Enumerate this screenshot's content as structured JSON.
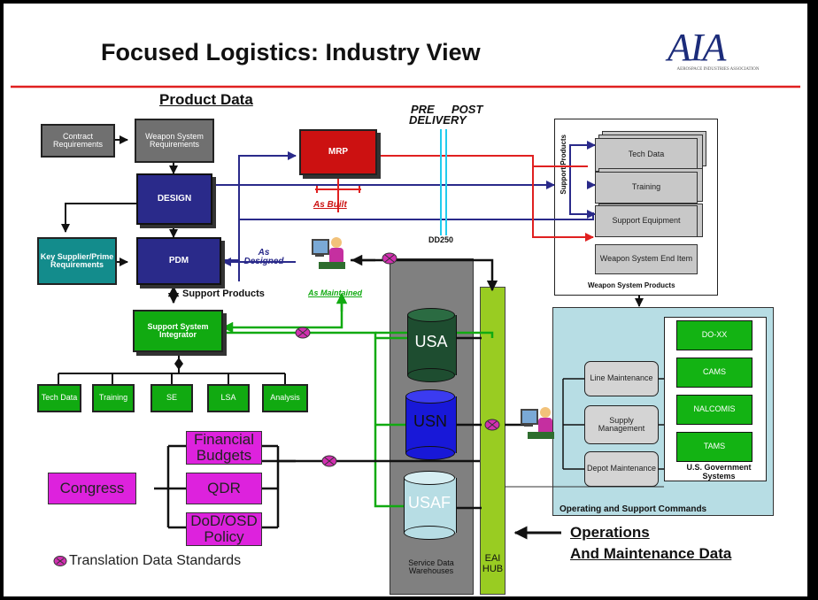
{
  "title": "Focused Logistics: Industry View",
  "logo": {
    "text": "AIA",
    "subtext": "AEROSPACE INDUSTRIES ASSOCIATION"
  },
  "product_data_label": "Product Data",
  "pre_label": "PRE",
  "post_label": "POST",
  "delivery_label": "DELIVERY",
  "dd250_label": "DD250",
  "contract_requirements": "Contract Requirements",
  "weapon_system_requirements": "Weapon System Requirements",
  "design": "DESIGN",
  "pdm": "PDM",
  "key_supplier": "Key Supplier/Prime Requirements",
  "mrp": "MRP",
  "as_built": "As Built",
  "as_designed": "As Designed",
  "as_maintained": "As Maintained",
  "support_products_label": "Support Products",
  "ssi": "Support System Integrator",
  "ssi_outputs": [
    "Tech Data",
    "Training",
    "SE",
    "LSA",
    "Analysis"
  ],
  "support_products_vertical": "Support Products",
  "weapon_products": [
    "Tech Data",
    "Training",
    "Support Equipment",
    "Weapon System End Item"
  ],
  "weapon_products_caption": "Weapon System Products",
  "warehouses": [
    "USA",
    "USN",
    "USAF"
  ],
  "warehouse_caption": "Service Data Warehouses",
  "eai_hub": "EAI HUB",
  "budget_items": [
    "Financial Budgets",
    "QDR",
    "DoD/OSD Policy"
  ],
  "congress": "Congress",
  "translation_legend": "Translation Data Standards",
  "maintenance_items": [
    "Line Maintenance",
    "Supply Management",
    "Depot Maintenance"
  ],
  "gov_systems": [
    "DO-XX",
    "CAMS",
    "NALCOMIS",
    "TAMS"
  ],
  "gov_caption": "U.S. Government Systems",
  "ops_caption": "Operating and Support Commands",
  "om_label_line1": "Operations",
  "om_label_line2": "And Maintenance Data",
  "colors": {
    "red_line": "#e02020",
    "navy": "#2a2a8a",
    "green": "#11aa11",
    "magenta": "#dd22dd",
    "lime": "#99cc22",
    "light_blue": "#b7dde4"
  }
}
